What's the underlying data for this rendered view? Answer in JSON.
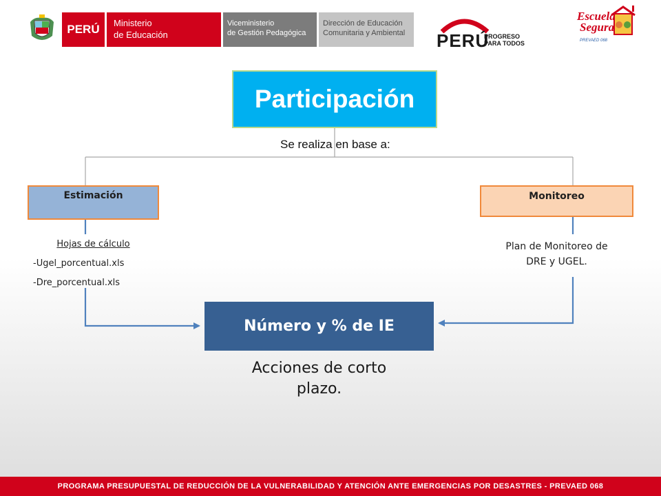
{
  "header": {
    "minedu": {
      "peru": "PERÚ",
      "ministerio_line1": "Ministerio",
      "ministerio_line2": "de Educación",
      "vice_line1": "Viceministerio",
      "vice_line2": "de Gestión Pedagógica",
      "direccion_line1": "Dirección de Educación",
      "direccion_line2": "Comunitaria y Ambiental"
    },
    "peru_brand": {
      "word": "PERÚ",
      "tag_line1": "PROGRESO",
      "tag_line2": "PARA TODOS"
    },
    "escuela": {
      "line1": "Escuela",
      "line2": "Segura",
      "line3": "PREVAED 068"
    }
  },
  "diagram": {
    "participacion": "Participación",
    "subtitle": "Se realiza en base a:",
    "estimacion": {
      "label": "Estimación",
      "heading": "Hojas de cálculo",
      "file1": "-Ugel_porcentual.xls",
      "file2": "-Dre_porcentual.xls"
    },
    "monitoreo": {
      "label": "Monitoreo",
      "line1": "Plan de Monitoreo de",
      "line2": "DRE y UGEL."
    },
    "numero": "Número y % de IE",
    "acciones_line1": "Acciones de corto",
    "acciones_line2": "plazo."
  },
  "footer": "PROGRAMA PRESUPUESTAL DE REDUCCIÓN DE LA VULNERABILIDAD Y ATENCIÓN ANTE EMERGENCIAS POR DESASTRES - PREVAED 068",
  "colors": {
    "participacion_fill": "#00b0f0",
    "estimacion_fill": "#95b3d7",
    "monitoreo_fill": "#fbd4b4",
    "numero_fill": "#376092",
    "connector": "#4f81bd",
    "accent_red": "#d0021b"
  }
}
